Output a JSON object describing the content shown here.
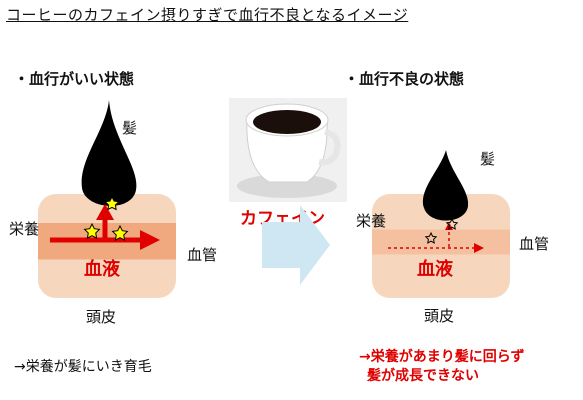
{
  "title": "コーヒーのカフェイン摂りすぎで血行不良となるイメージ",
  "left_panel": {
    "heading": "・血行がいい状態",
    "hair": "髪",
    "nutrition": "栄養",
    "blood": "血液",
    "vessel": "血管",
    "scalp": "頭皮",
    "note": "→栄養が髪にいき育毛"
  },
  "middle": {
    "caffeine": "カフェイン"
  },
  "right_panel": {
    "heading": "・血行不良の状態",
    "hair": "髪",
    "nutrition": "栄養",
    "blood": "血液",
    "vessel": "血管",
    "scalp": "頭皮",
    "note_line1": "→栄養があまり髪に回らず",
    "note_line2": "髪が成長できない"
  },
  "colors": {
    "accent_red": "#e00000",
    "scalp_light": "#f6d7bd",
    "blood_band_good": "#f0a97e",
    "blood_band_bad": "#f4c09f",
    "arrow_blue": "#cfe7f3",
    "star_yellow": "#ffff00"
  }
}
